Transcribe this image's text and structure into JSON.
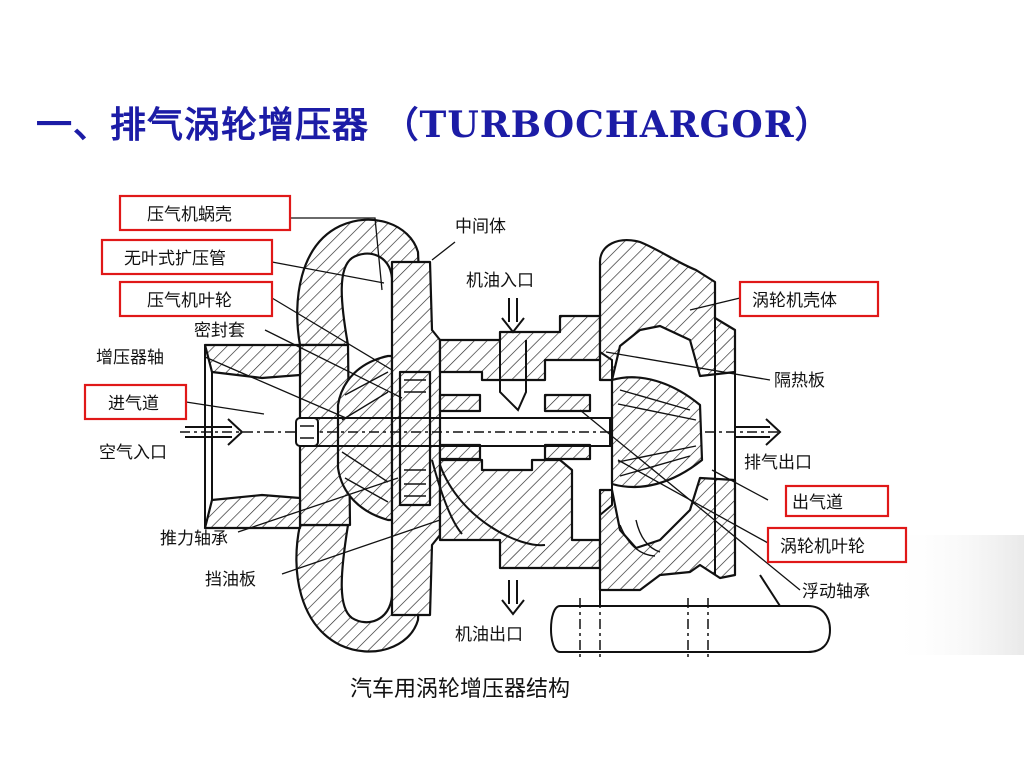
{
  "slide": {
    "title": "一、排气涡轮增压器  （TURBOCHARGOR）"
  },
  "diagram": {
    "caption": "汽车用涡轮增压器结构",
    "labels": {
      "compressor_housing": "压气机蜗壳",
      "vaneless_diffuser": "无叶式扩压管",
      "compressor_wheel": "压气机叶轮",
      "seal_sleeve": "密封套",
      "turbo_shaft": "增压器轴",
      "air_intake_duct": "进气道",
      "air_inlet": "空气入口",
      "thrust_bearing": "推力轴承",
      "oil_deflector": "挡油板",
      "center_housing": "中间体",
      "oil_inlet": "机油入口",
      "oil_outlet": "机油出口",
      "turbine_housing": "涡轮机壳体",
      "heat_shield": "隔热板",
      "exhaust_outlet": "排气出口",
      "exhaust_duct": "出气道",
      "turbine_wheel": "涡轮机叶轮",
      "floating_bearing": "浮动轴承"
    },
    "highlight_color": "#e01818",
    "title_color": "#1c1ca6"
  }
}
